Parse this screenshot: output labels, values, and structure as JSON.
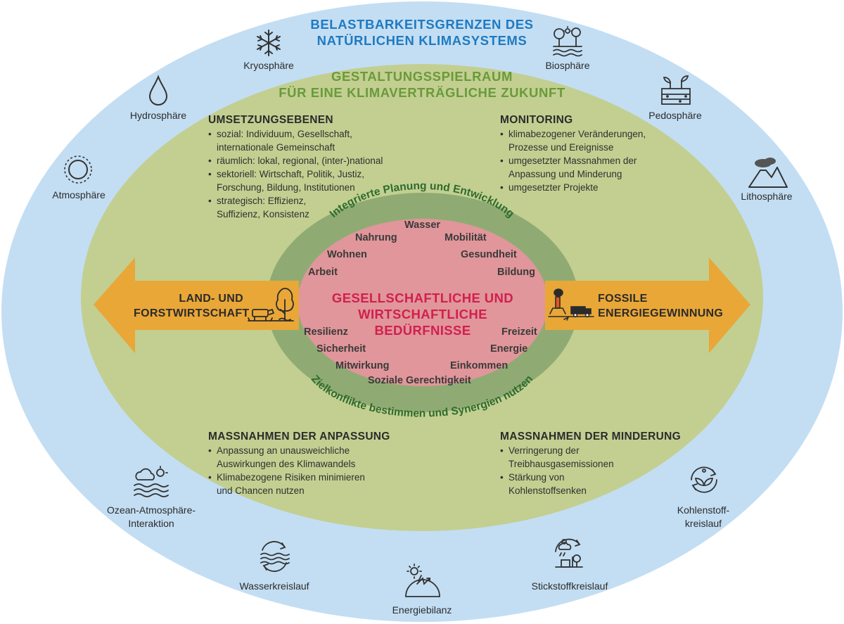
{
  "outer": {
    "title_line1": "BELASTBARKEITSGRENZEN DES",
    "title_line2": "NATÜRLICHEN KLIMASYSTEMS"
  },
  "middle": {
    "title_line1": "GESTALTUNGSSPIELRAUM",
    "title_line2": "FÜR EINE KLIMAVERTRÄGLICHE ZUKUNFT"
  },
  "spheres": {
    "kryosphaere": "Kryosphäre",
    "biosphaere": "Biosphäre",
    "hydrosphaere": "Hydrosphäre",
    "pedosphaere": "Pedosphäre",
    "atmosphaere": "Atmosphäre",
    "lithosphaere": "Lithosphäre",
    "ozean_line1": "Ozean-Atmosphäre-",
    "ozean_line2": "Interaktion",
    "kohlenstoff_line1": "Kohlenstoff-",
    "kohlenstoff_line2": "kreislauf",
    "wasserkreislauf": "Wasserkreislauf",
    "stickstoffkreislauf": "Stickstoffkreislauf",
    "energiebilanz": "Energiebilanz"
  },
  "umsetzung": {
    "heading": "UMSETZUNGSEBENEN",
    "items": [
      "sozial: Individuum, Gesellschaft, internationale Gemeinschaft",
      "räumlich: lokal, regional, (inter-)national",
      "sektoriell: Wirtschaft, Politik, Justiz, Forschung, Bildung, Institutionen",
      "strategisch: Effizienz, Suffizienz, Konsistenz"
    ]
  },
  "monitoring": {
    "heading": "MONITORING",
    "items": [
      "klimabezogener Veränderungen, Prozesse und Ereignisse",
      "umgesetzter Massnahmen der Anpassung und Minderung",
      "umgesetzter Projekte"
    ]
  },
  "anpassung": {
    "heading": "MASSNAHMEN DER ANPASSUNG",
    "items": [
      "Anpassung an unausweichliche Auswirkungen des Klimawandels",
      "Klimabezogene Risiken minimieren und Chancen nutzen"
    ]
  },
  "minderung": {
    "heading": "MASSNAHMEN DER MINDERUNG",
    "items": [
      "Verringerung der Treibhausgasemissionen",
      "Stärkung von Kohlenstoffsenken"
    ]
  },
  "ring": {
    "top": "Integrierte Planung und Entwicklung",
    "bottom": "Zielkonflikte bestimmen und Synergien nutzen"
  },
  "core": {
    "title_line1": "GESELLSCHAFTLICHE UND",
    "title_line2": "WIRTSCHAFTLICHE BEDÜRFNISSE",
    "needs": {
      "wasser": "Wasser",
      "nahrung": "Nahrung",
      "mobilitaet": "Mobilität",
      "wohnen": "Wohnen",
      "gesundheit": "Gesundheit",
      "arbeit": "Arbeit",
      "bildung": "Bildung",
      "resilienz": "Resilienz",
      "freizeit": "Freizeit",
      "sicherheit": "Sicherheit",
      "energie": "Energie",
      "mitwirkung": "Mitwirkung",
      "einkommen": "Einkommen",
      "soziale_gerechtigkeit": "Soziale Gerechtigkeit"
    }
  },
  "arrows": {
    "left_line1": "LAND- UND",
    "left_line2": "FORSTWIRTSCHAFT",
    "right_line1": "FOSSILE",
    "right_line2": "ENERGIEGEWINNUNG"
  },
  "colors": {
    "outer": "#c3def3",
    "middle": "#c2cf91",
    "ring": "#8fab73",
    "core": "#e0969a",
    "arrow": "#e9a737",
    "blue_title": "#1f7ac0",
    "green_title": "#6a9a3a",
    "red_title": "#d11f4f"
  },
  "icons": [
    "snowflake-icon",
    "plants-water-icon",
    "water-drop-icon",
    "seedling-soil-icon",
    "sun-circle-icon",
    "volcano-icon",
    "ocean-cloud-icon",
    "carbon-cycle-icon",
    "water-cycle-icon",
    "nitrogen-cycle-icon",
    "energy-balance-icon",
    "tree-cow-icon",
    "factory-truck-icon"
  ]
}
